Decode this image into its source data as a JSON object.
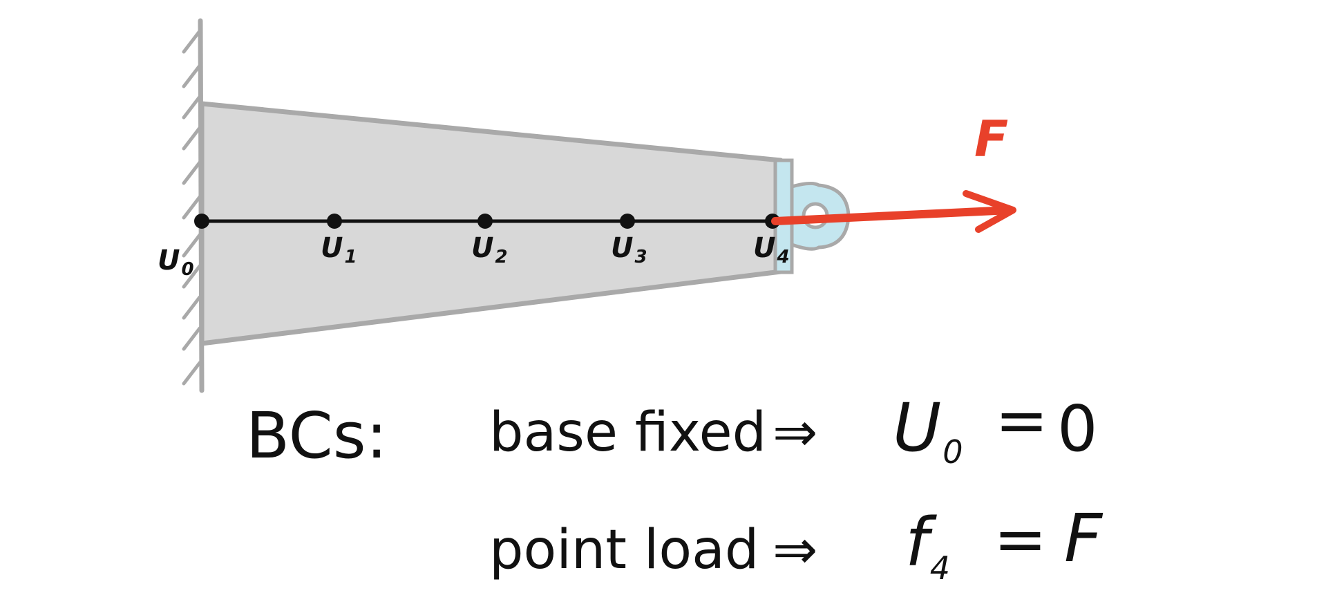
{
  "nodes": [
    {
      "name": "U",
      "sub": "0"
    },
    {
      "name": "U",
      "sub": "1"
    },
    {
      "name": "U",
      "sub": "2"
    },
    {
      "name": "U",
      "sub": "3"
    },
    {
      "name": "U",
      "sub": "4"
    }
  ],
  "force": {
    "label": "F"
  },
  "bcs": {
    "heading": "BCs:",
    "lines": [
      {
        "condition": "base fixed",
        "arrow": "⇒",
        "lhs": "U",
        "lhs_sub": "0",
        "eq": "=",
        "rhs": "0"
      },
      {
        "condition": "point load",
        "arrow": "⇒",
        "lhs": "f",
        "lhs_sub": "4",
        "eq": "=",
        "rhs": "F"
      }
    ]
  },
  "colors": {
    "beam_fill": "#d8d8d8",
    "beam_edge": "#a9a9a9",
    "wall": "#a9a9a9",
    "attachment": "#c4e6ef",
    "force": "#e8412a",
    "ink": "#111111"
  }
}
